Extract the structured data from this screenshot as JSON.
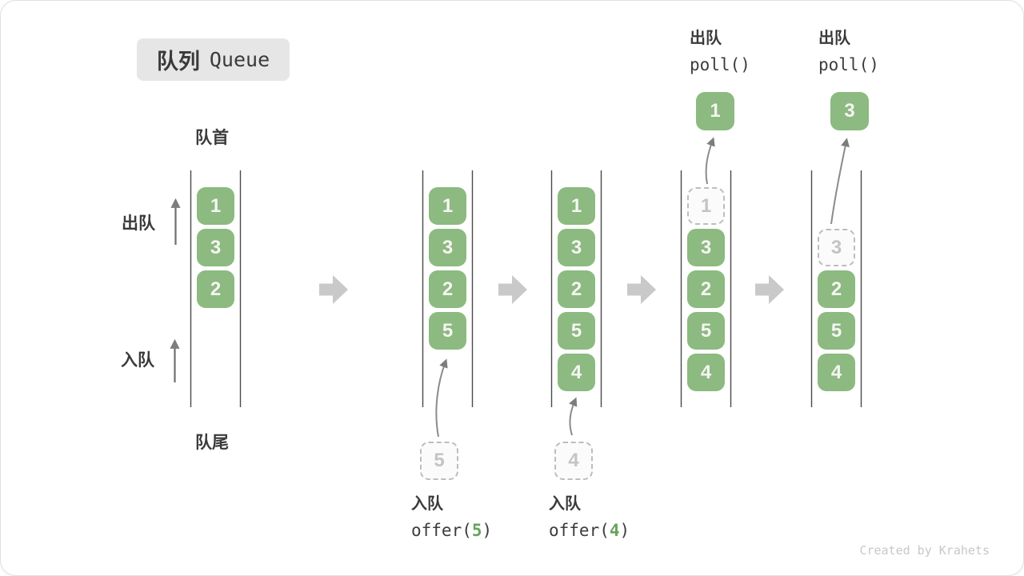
{
  "title": {
    "zh": "队列",
    "en": "Queue"
  },
  "side_labels": {
    "front": "队首",
    "rear": "队尾",
    "dequeue": "出队",
    "enqueue": "入队"
  },
  "queues": [
    {
      "cells": [
        "1",
        "3",
        "2"
      ]
    },
    {
      "cells": [
        "1",
        "3",
        "2",
        "5"
      ],
      "incoming": "5",
      "op": {
        "label": "入队",
        "fn": "offer(",
        "arg": "5",
        "close": ")"
      }
    },
    {
      "cells": [
        "1",
        "3",
        "2",
        "5",
        "4"
      ],
      "incoming": "4",
      "op": {
        "label": "入队",
        "fn": "offer(",
        "arg": "4",
        "close": ")"
      }
    },
    {
      "removed": "1",
      "cells": [
        "3",
        "2",
        "5",
        "4"
      ],
      "outgoing": "1",
      "op": {
        "label": "出队",
        "code": "poll()"
      }
    },
    {
      "removed": "3",
      "cells": [
        "2",
        "5",
        "4"
      ],
      "outgoing": "3",
      "op": {
        "label": "出队",
        "code": "poll()"
      }
    }
  ],
  "watermark": "Created by Krahets",
  "colors": {
    "cell_green": "#8cba80",
    "code_arg_green": "#67a35b",
    "block_arrow_gray": "#c9c9c9",
    "channel_line": "#4a4a4a",
    "dashed_border": "#bdbdbd",
    "title_bg": "#e6e6e6",
    "text_dark": "#3a3a3a",
    "watermark_gray": "#c8c8c8"
  }
}
